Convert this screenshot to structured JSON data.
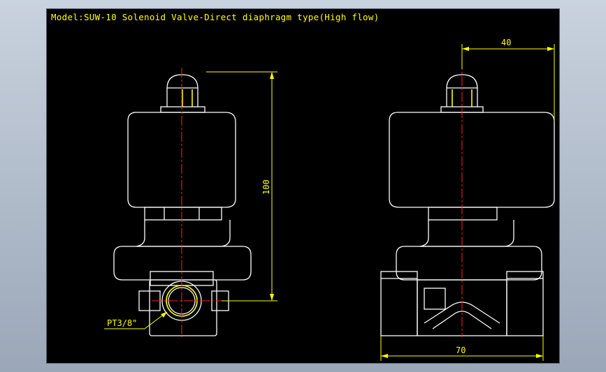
{
  "drawing": {
    "title": "Model:SUW-10 Solenoid Valve-Direct diaphragm type(High flow)",
    "label_thread": "PT3/8\"",
    "dim_height": "100",
    "dim_width_top": "40",
    "dim_width_bottom": "70"
  },
  "colors": {
    "background": "#000000",
    "outline": "#ffffff",
    "dimension": "#ffff00",
    "centerline": "#ff2020"
  }
}
